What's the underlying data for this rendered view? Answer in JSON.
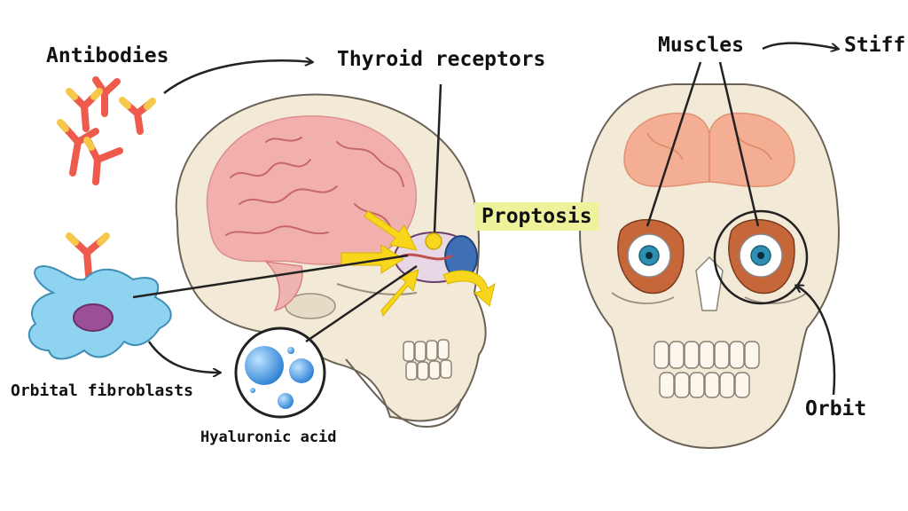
{
  "labels": {
    "antibodies": "Antibodies",
    "thyroid_receptors": "Thyroid receptors",
    "proptosis": "Proptosis",
    "orbital_fibroblasts": "Orbital fibroblasts",
    "hyaluronic_acid": "Hyaluronic acid",
    "muscles": "Muscles",
    "stiff": "Stiff",
    "orbit": "Orbit"
  },
  "colors": {
    "skull": "#f2ead6",
    "skull_outline": "#6b6257",
    "brain": "#f3a6a6",
    "brain_right": "#f4a88c",
    "arrow_yellow": "#f7d61b",
    "antibody_red": "#ee5a4c",
    "antibody_yellow": "#f6c84a",
    "fibroblast": "#8ed3f0",
    "nucleus": "#9b4f97",
    "hyaluronic": "#3a8fdc",
    "highlight": "#eef29a",
    "muscle": "#c6673a",
    "iris": "#2e8fb2"
  }
}
